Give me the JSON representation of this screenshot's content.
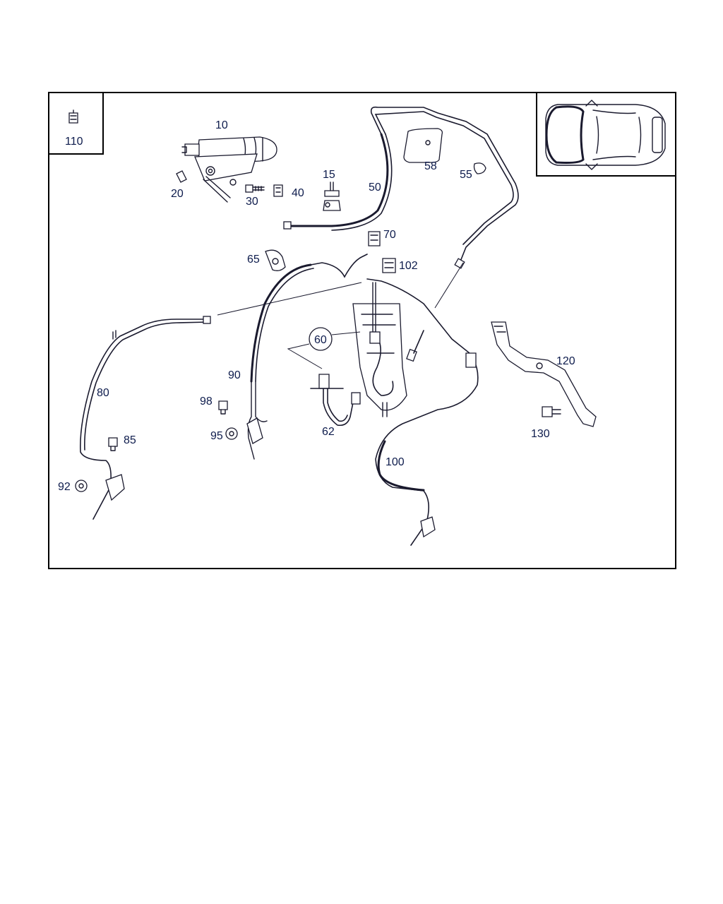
{
  "diagram": {
    "inset_label": "110",
    "labels": [
      {
        "id": "10",
        "text": "10"
      },
      {
        "id": "15",
        "text": "15"
      },
      {
        "id": "20",
        "text": "20"
      },
      {
        "id": "30",
        "text": "30"
      },
      {
        "id": "40",
        "text": "40"
      },
      {
        "id": "50",
        "text": "50"
      },
      {
        "id": "55",
        "text": "55"
      },
      {
        "id": "58",
        "text": "58"
      },
      {
        "id": "60",
        "text": "60"
      },
      {
        "id": "62",
        "text": "62"
      },
      {
        "id": "65",
        "text": "65"
      },
      {
        "id": "70",
        "text": "70"
      },
      {
        "id": "80",
        "text": "80"
      },
      {
        "id": "85",
        "text": "85"
      },
      {
        "id": "90",
        "text": "90"
      },
      {
        "id": "92",
        "text": "92"
      },
      {
        "id": "95",
        "text": "95"
      },
      {
        "id": "98",
        "text": "98"
      },
      {
        "id": "100",
        "text": "100"
      },
      {
        "id": "102",
        "text": "102"
      },
      {
        "id": "120",
        "text": "120"
      },
      {
        "id": "130",
        "text": "130"
      }
    ]
  }
}
